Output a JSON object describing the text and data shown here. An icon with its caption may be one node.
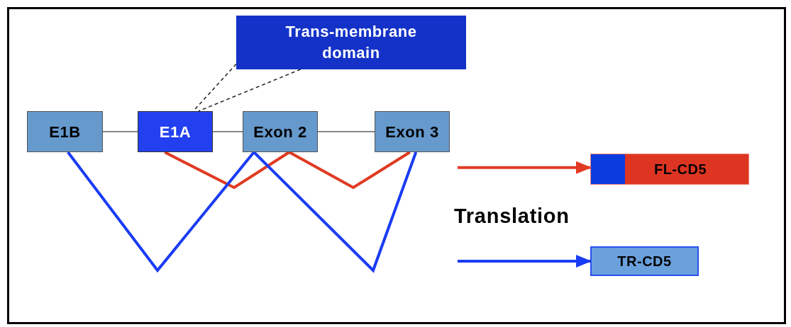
{
  "diagram": {
    "nodes": [
      {
        "text": [
          "Trans-membrane domain"
        ]
      },
      {
        "text": [
          "E1B"
        ]
      },
      {
        "text": [
          "E1A"
        ]
      },
      {
        "text": [
          "Exon 2"
        ]
      },
      {
        "text": [
          "Exon 3"
        ]
      },
      {
        "text": [
          "FL-CD5"
        ]
      },
      {
        "text": [
          "TR-CD5"
        ]
      }
    ],
    "edges": [
      {
        "from": 0,
        "to": 2,
        "arrow": "none",
        "style": "dashed",
        "color": "#222222"
      },
      {
        "from": 0,
        "to": 2,
        "arrow": "none",
        "style": "dashed",
        "color": "#222222"
      },
      {
        "from": 1,
        "to": 2,
        "arrow": "none",
        "color": "#888888"
      },
      {
        "from": 2,
        "to": 3,
        "arrow": "none",
        "color": "#888888"
      },
      {
        "from": 3,
        "to": 4,
        "arrow": "none",
        "color": "#888888"
      },
      {
        "from": 2,
        "to": 3,
        "arrow": "none",
        "color": "#e03a22"
      },
      {
        "from": 3,
        "to": 4,
        "arrow": "none",
        "color": "#e03a22"
      },
      {
        "from": 1,
        "to": 3,
        "arrow": "none",
        "color": "#1a3cf5"
      },
      {
        "from": 3,
        "to": 4,
        "arrow": "none",
        "color": "#1a3cf5"
      },
      {
        "from": null,
        "to": 5,
        "arrow": "to",
        "color": "#e03a22"
      },
      {
        "from": null,
        "to": 6,
        "arrow": "to",
        "color": "#1a3cf5"
      }
    ],
    "labels": [
      "Translation"
    ]
  }
}
